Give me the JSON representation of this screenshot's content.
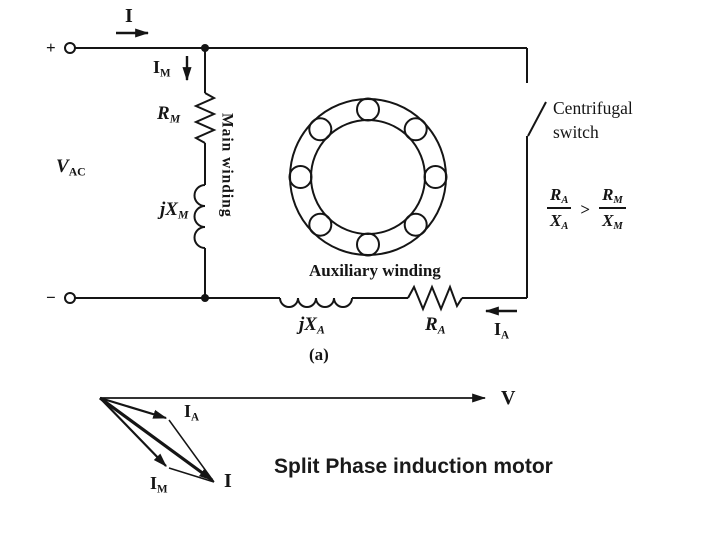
{
  "figure": {
    "caption": "Split Phase induction motor",
    "sub_label": "(a)"
  },
  "colors": {
    "ink": "#151515",
    "bg": "#ffffff"
  },
  "circuit": {
    "plus": "+",
    "minus": "−",
    "source": {
      "main": "V",
      "sub": "AC"
    },
    "current_top": "I",
    "current_main": {
      "main": "I",
      "sub": "M"
    },
    "current_aux": {
      "main": "I",
      "sub": "A"
    },
    "resistor_main": {
      "main": "R",
      "sub": "M"
    },
    "reactance_main": {
      "main": "jX",
      "sub": "M"
    },
    "resistor_aux": {
      "main": "R",
      "sub": "A"
    },
    "reactance_aux": {
      "main": "jX",
      "sub": "A"
    },
    "main_winding": "Main winding",
    "aux_winding": "Auxiliary winding",
    "switch_line1": "Centrifugal",
    "switch_line2": "switch",
    "condition": {
      "lhs_num": {
        "main": "R",
        "sub": "A"
      },
      "lhs_den": {
        "main": "X",
        "sub": "A"
      },
      "op": ">",
      "rhs_num": {
        "main": "R",
        "sub": "M"
      },
      "rhs_den": {
        "main": "X",
        "sub": "M"
      }
    }
  },
  "phasor": {
    "v_label": "V",
    "i_label": "I",
    "ia_label": {
      "main": "I",
      "sub": "A"
    },
    "im_label": {
      "main": "I",
      "sub": "M"
    }
  }
}
